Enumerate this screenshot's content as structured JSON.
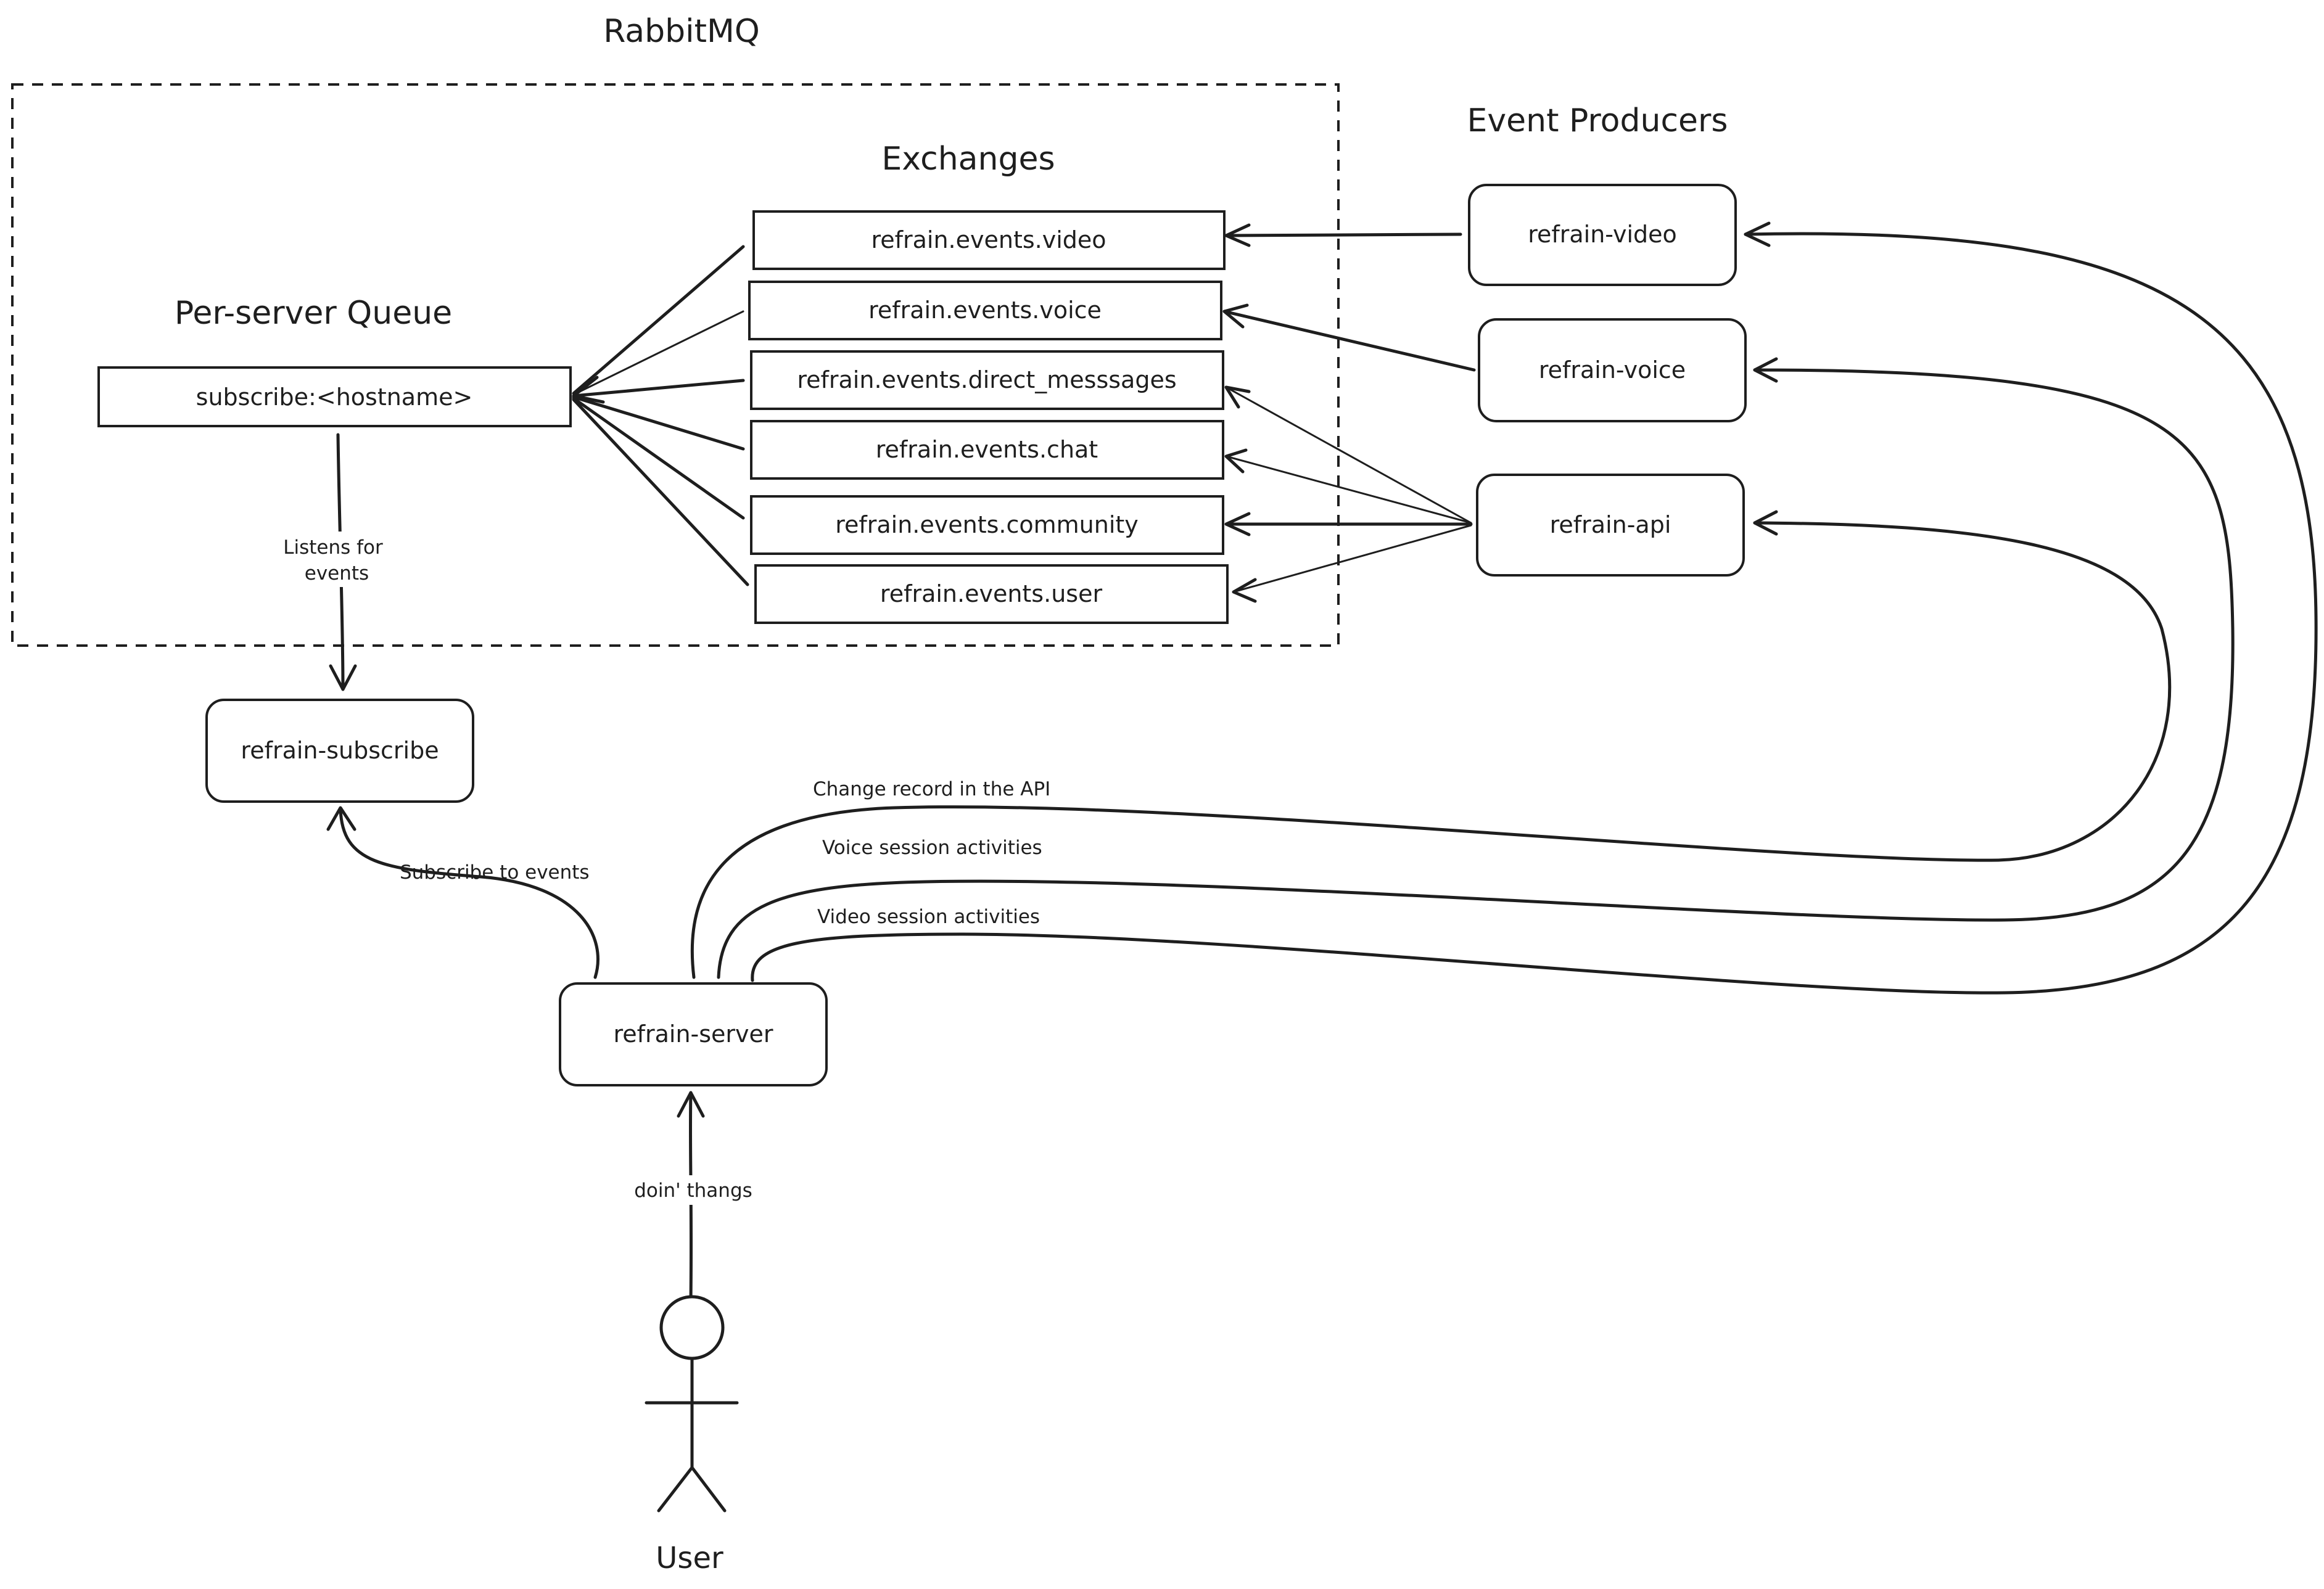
{
  "titles": {
    "rabbitmq": "RabbitMQ",
    "event_producers": "Event Producers",
    "exchanges": "Exchanges",
    "per_server_queue": "Per-server Queue"
  },
  "queue": {
    "name": "subscribe:<hostname>"
  },
  "exchanges": [
    "refrain.events.video",
    "refrain.events.voice",
    "refrain.events.direct_messsages",
    "refrain.events.chat",
    "refrain.events.community",
    "refrain.events.user"
  ],
  "producers": {
    "video": "refrain-video",
    "voice": "refrain-voice",
    "api": "refrain-api"
  },
  "services": {
    "subscribe": "refrain-subscribe",
    "server": "refrain-server"
  },
  "edge_labels": {
    "listens_line1": "Listens for",
    "listens_line2": "events",
    "subscribe_to_events": "Subscribe to events",
    "change_record": "Change record in the API",
    "voice_session": "Voice session activities",
    "video_session": "Video session activities",
    "doin_thangs": "doin' thangs"
  },
  "actor": {
    "label": "User"
  },
  "colors": {
    "stroke": "#1e1e1e",
    "background": "#ffffff"
  }
}
